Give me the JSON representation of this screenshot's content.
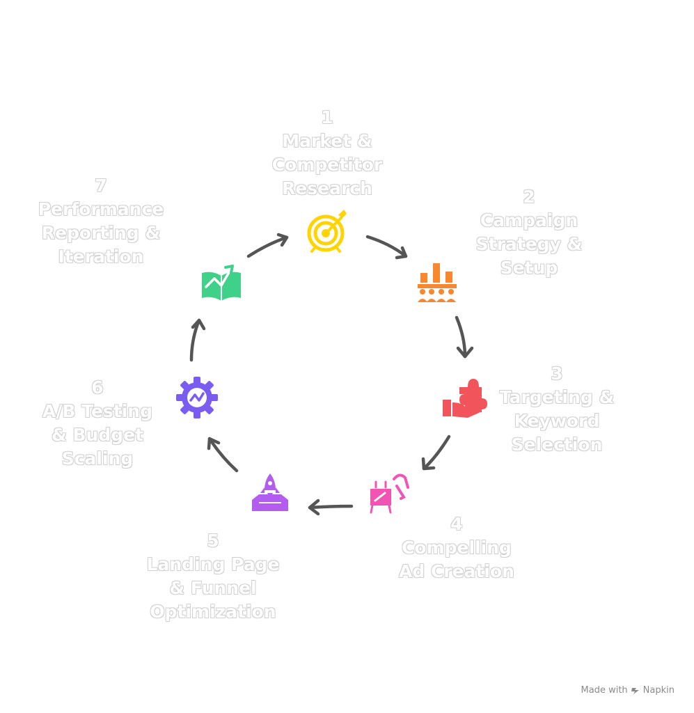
{
  "steps": [
    {
      "number": "1",
      "lines": [
        "Market &",
        "Competitor",
        "Research"
      ],
      "icon": "target-icon",
      "color": "#ffd400"
    },
    {
      "number": "2",
      "lines": [
        "Campaign",
        "Strategy &",
        "Setup"
      ],
      "icon": "strategy-team-icon",
      "color": "#f7882f"
    },
    {
      "number": "3",
      "lines": [
        "Targeting &",
        "Keyword",
        "Selection"
      ],
      "icon": "puzzle-hand-icon",
      "color": "#f2545b"
    },
    {
      "number": "4",
      "lines": [
        "Compelling",
        "Ad Creation"
      ],
      "icon": "presentation-board-icon",
      "color": "#f154b4"
    },
    {
      "number": "5",
      "lines": [
        "Landing Page",
        "& Funnel",
        "Optimization"
      ],
      "icon": "rocket-launch-icon",
      "color": "#b35cf0"
    },
    {
      "number": "6",
      "lines": [
        "A/B Testing",
        "& Budget",
        "Scaling"
      ],
      "icon": "gear-chart-icon",
      "color": "#7a5cf0"
    },
    {
      "number": "7",
      "lines": [
        "Performance",
        "Reporting &",
        "Iteration"
      ],
      "icon": "growth-book-icon",
      "color": "#3fd18a"
    }
  ],
  "arrow_color": "#555555",
  "footer": {
    "made_with": "Made with",
    "brand": "Napkin"
  }
}
